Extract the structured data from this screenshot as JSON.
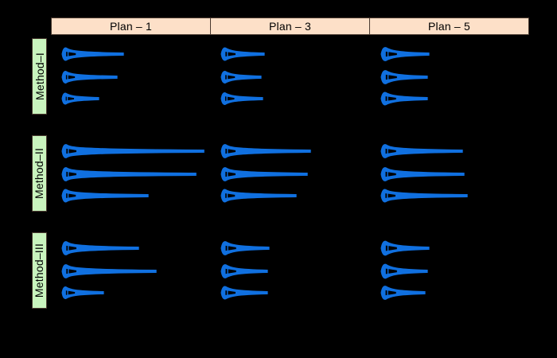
{
  "figure": {
    "background_color": "#000000",
    "violin_color": "#1070e0",
    "column_strip_color": "#fde0c8",
    "row_strip_color": "#c9f4be",
    "strip_border_color": "#4a3a30"
  },
  "columns": [
    {
      "label": "Plan – 1"
    },
    {
      "label": "Plan – 3"
    },
    {
      "label": "Plan – 5"
    }
  ],
  "rows": [
    {
      "label": "Method–I"
    },
    {
      "label": "Method–II"
    },
    {
      "label": "Method–III"
    }
  ],
  "chart_data": {
    "type": "violin",
    "title": "",
    "xlabel": "",
    "ylabel": "",
    "orientation": "horizontal",
    "grid": false,
    "legend": false,
    "xlim": [
      0,
      1
    ],
    "row_groups": [
      "Method–I",
      "Method–II",
      "Method–III"
    ],
    "column_groups": [
      "Plan – 1",
      "Plan – 3",
      "Plan – 5"
    ],
    "series_per_panel": 3,
    "panels": [
      {
        "row": "Method–I",
        "column": "Plan – 1",
        "violins": [
          {
            "index": 1,
            "bulb_width": 0.048,
            "bulb_height": 17,
            "tail_length": 0.385,
            "tail_thickness": 3
          },
          {
            "index": 2,
            "bulb_width": 0.045,
            "bulb_height": 16,
            "tail_length": 0.345,
            "tail_thickness": 3
          },
          {
            "index": 3,
            "bulb_width": 0.042,
            "bulb_height": 15,
            "tail_length": 0.23,
            "tail_thickness": 3
          }
        ]
      },
      {
        "row": "Method–I",
        "column": "Plan – 3",
        "violins": [
          {
            "index": 1,
            "bulb_width": 0.05,
            "bulb_height": 17,
            "tail_length": 0.27,
            "tail_thickness": 3
          },
          {
            "index": 2,
            "bulb_width": 0.048,
            "bulb_height": 16,
            "tail_length": 0.25,
            "tail_thickness": 3
          },
          {
            "index": 3,
            "bulb_width": 0.046,
            "bulb_height": 16,
            "tail_length": 0.26,
            "tail_thickness": 3
          }
        ]
      },
      {
        "row": "Method–I",
        "column": "Plan – 5",
        "violins": [
          {
            "index": 1,
            "bulb_width": 0.055,
            "bulb_height": 18,
            "tail_length": 0.3,
            "tail_thickness": 3
          },
          {
            "index": 2,
            "bulb_width": 0.055,
            "bulb_height": 18,
            "tail_length": 0.29,
            "tail_thickness": 3
          },
          {
            "index": 3,
            "bulb_width": 0.052,
            "bulb_height": 17,
            "tail_length": 0.29,
            "tail_thickness": 3
          }
        ]
      },
      {
        "row": "Method–II",
        "column": "Plan – 1",
        "violins": [
          {
            "index": 1,
            "bulb_width": 0.05,
            "bulb_height": 18,
            "tail_length": 0.89,
            "tail_thickness": 3
          },
          {
            "index": 2,
            "bulb_width": 0.05,
            "bulb_height": 18,
            "tail_length": 0.84,
            "tail_thickness": 3
          },
          {
            "index": 3,
            "bulb_width": 0.048,
            "bulb_height": 17,
            "tail_length": 0.54,
            "tail_thickness": 3
          }
        ]
      },
      {
        "row": "Method–II",
        "column": "Plan – 3",
        "violins": [
          {
            "index": 1,
            "bulb_width": 0.05,
            "bulb_height": 18,
            "tail_length": 0.56,
            "tail_thickness": 3
          },
          {
            "index": 2,
            "bulb_width": 0.05,
            "bulb_height": 18,
            "tail_length": 0.54,
            "tail_thickness": 3
          },
          {
            "index": 3,
            "bulb_width": 0.048,
            "bulb_height": 17,
            "tail_length": 0.47,
            "tail_thickness": 3
          }
        ]
      },
      {
        "row": "Method–II",
        "column": "Plan – 5",
        "violins": [
          {
            "index": 1,
            "bulb_width": 0.052,
            "bulb_height": 18,
            "tail_length": 0.51,
            "tail_thickness": 3
          },
          {
            "index": 2,
            "bulb_width": 0.052,
            "bulb_height": 18,
            "tail_length": 0.52,
            "tail_thickness": 3
          },
          {
            "index": 3,
            "bulb_width": 0.05,
            "bulb_height": 17,
            "tail_length": 0.54,
            "tail_thickness": 3
          }
        ]
      },
      {
        "row": "Method–III",
        "column": "Plan – 1",
        "violins": [
          {
            "index": 1,
            "bulb_width": 0.05,
            "bulb_height": 18,
            "tail_length": 0.48,
            "tail_thickness": 3
          },
          {
            "index": 2,
            "bulb_width": 0.05,
            "bulb_height": 18,
            "tail_length": 0.59,
            "tail_thickness": 3
          },
          {
            "index": 3,
            "bulb_width": 0.045,
            "bulb_height": 16,
            "tail_length": 0.26,
            "tail_thickness": 3
          }
        ]
      },
      {
        "row": "Method–III",
        "column": "Plan – 3",
        "violins": [
          {
            "index": 1,
            "bulb_width": 0.052,
            "bulb_height": 18,
            "tail_length": 0.3,
            "tail_thickness": 3
          },
          {
            "index": 2,
            "bulb_width": 0.052,
            "bulb_height": 18,
            "tail_length": 0.29,
            "tail_thickness": 3
          },
          {
            "index": 3,
            "bulb_width": 0.05,
            "bulb_height": 17,
            "tail_length": 0.29,
            "tail_thickness": 3
          }
        ]
      },
      {
        "row": "Method–III",
        "column": "Plan – 5",
        "violins": [
          {
            "index": 1,
            "bulb_width": 0.055,
            "bulb_height": 19,
            "tail_length": 0.3,
            "tail_thickness": 3
          },
          {
            "index": 2,
            "bulb_width": 0.055,
            "bulb_height": 19,
            "tail_length": 0.29,
            "tail_thickness": 3
          },
          {
            "index": 3,
            "bulb_width": 0.052,
            "bulb_height": 18,
            "tail_length": 0.275,
            "tail_thickness": 3
          }
        ]
      }
    ]
  }
}
